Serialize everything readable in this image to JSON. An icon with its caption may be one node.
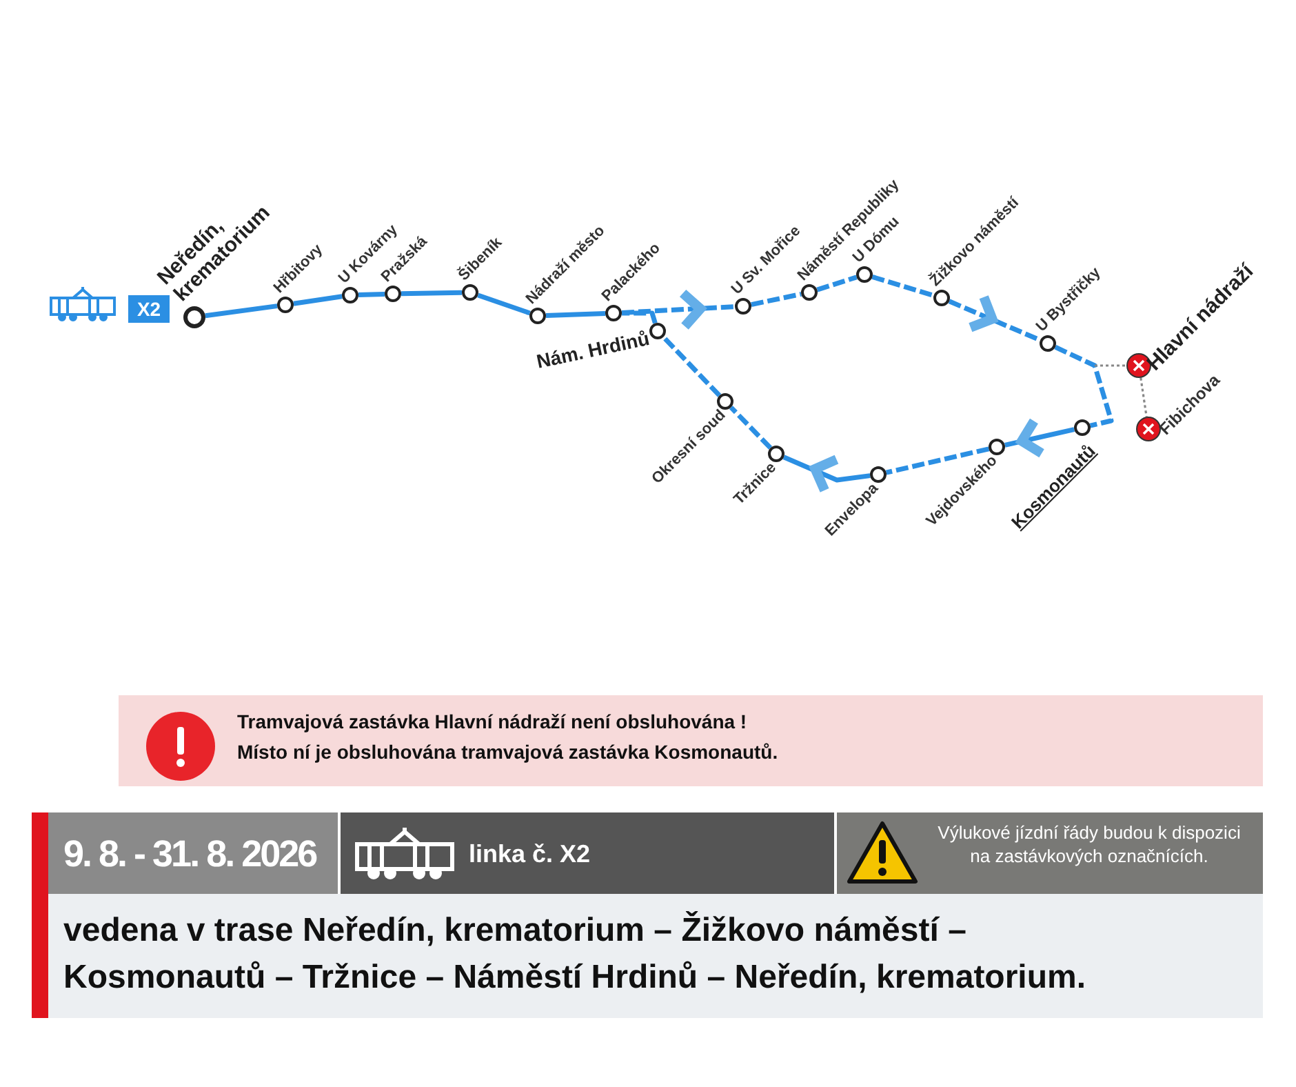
{
  "diagram": {
    "nodes": [
      {
        "text": [
          "Neředín, krematorium"
        ]
      },
      {
        "text": [
          "Hřbitovy"
        ]
      },
      {
        "text": [
          "U Kovárny"
        ]
      },
      {
        "text": [
          "Pražská"
        ]
      },
      {
        "text": [
          "Šibeník"
        ]
      },
      {
        "text": [
          "Nádraží město"
        ]
      },
      {
        "text": [
          "Palackého"
        ]
      },
      {
        "text": [
          "U Sv. Mořice"
        ]
      },
      {
        "text": [
          "Náměstí Republiky"
        ]
      },
      {
        "text": [
          "U Dómu"
        ]
      },
      {
        "text": [
          "Žižkovo náměstí"
        ]
      },
      {
        "text": [
          "U Bystřičky"
        ]
      },
      {
        "text": [
          "Kosmonautů"
        ]
      },
      {
        "text": [
          "Vejdovského"
        ]
      },
      {
        "text": [
          "Envelopa"
        ]
      },
      {
        "text": [
          "Tržnice"
        ]
      },
      {
        "text": [
          "Okresní soud"
        ]
      },
      {
        "text": [
          "Nám. Hrdinů"
        ]
      },
      {
        "text": [
          "Hlavní nádraží"
        ]
      },
      {
        "text": [
          "Fibichova"
        ]
      }
    ],
    "edges": [
      {
        "from": 0,
        "to": 1,
        "arrow": "none"
      },
      {
        "from": 1,
        "to": 2,
        "arrow": "none"
      },
      {
        "from": 2,
        "to": 3,
        "arrow": "none"
      },
      {
        "from": 3,
        "to": 4,
        "arrow": "none"
      },
      {
        "from": 4,
        "to": 5,
        "arrow": "none"
      },
      {
        "from": 5,
        "to": 6,
        "arrow": "none"
      },
      {
        "from": 6,
        "to": 7,
        "arrow": "to",
        "style": "dashed"
      },
      {
        "from": 7,
        "to": 8,
        "arrow": "none",
        "style": "dashed"
      },
      {
        "from": 8,
        "to": 9,
        "arrow": "none",
        "style": "dashed"
      },
      {
        "from": 9,
        "to": 10,
        "arrow": "none",
        "style": "dashed"
      },
      {
        "from": 10,
        "to": 11,
        "arrow": "to",
        "style": "dashed"
      },
      {
        "from": 11,
        "to": 12,
        "arrow": "none",
        "style": "dashed"
      },
      {
        "from": 12,
        "to": 13,
        "arrow": "to"
      },
      {
        "from": 13,
        "to": 14,
        "arrow": "none",
        "style": "dashed"
      },
      {
        "from": 14,
        "to": 15,
        "arrow": "to"
      },
      {
        "from": 15,
        "to": 16,
        "arrow": "none",
        "style": "dashed"
      },
      {
        "from": 16,
        "to": 17,
        "arrow": "none",
        "style": "dashed"
      },
      {
        "from": 17,
        "to": 6,
        "arrow": "none",
        "style": "dashed"
      },
      {
        "from": null,
        "to": 18,
        "arrow": "none",
        "style": "dashed",
        "color": "#888888"
      },
      {
        "from": 18,
        "to": 19,
        "arrow": "none",
        "style": "dashed",
        "color": "#888888"
      }
    ],
    "labels": [
      "X2",
      "Tramvajová zastávka Hlavní nádraží není obsluhována !",
      "Místo ní je obsluhována tramvajová zastávka Kosmonautů.",
      "9. 8. - 31. 8. 2026",
      "linka č. X2",
      "Výlukové jízdní řády budou k dispozici na zastávkových označnících.",
      "vedena v trase Neředín, krematorium – Žižkovo náměstí – Kosmonautů – Tržnice – Náměstí Hrdinů – Neředín, krematorium."
    ]
  }
}
